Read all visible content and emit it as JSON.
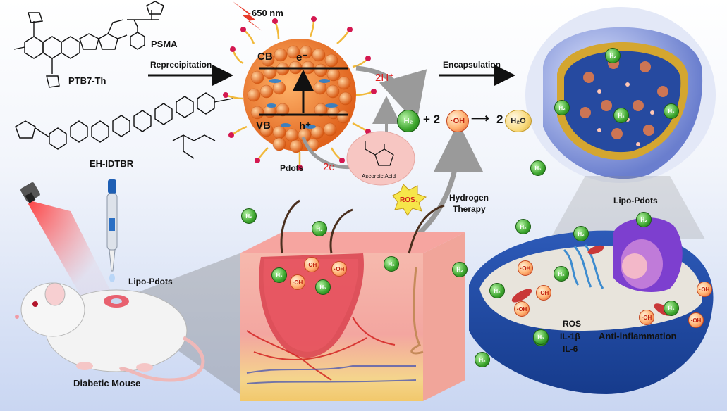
{
  "labels": {
    "laser": "650 nm",
    "psma": "PSMA",
    "ptb7": "PTB7-Th",
    "ehidtbr": "EH-IDTBR",
    "reprecipitation": "Reprecipitation",
    "encapsulation": "Encapsulation",
    "cb": "CB",
    "vb": "VB",
    "electron": "e⁻",
    "hole": "h⁺",
    "pdots": "Pdots",
    "two_e": "2e⁻",
    "two_h": "2H⁺",
    "ascorbic": "Ascorbic Acid",
    "ros": "ROS↓",
    "hydrogen_therapy_1": "Hydrogen",
    "hydrogen_therapy_2": "Therapy",
    "lipo_pdots_top": "Lipo-Pdots",
    "lipo_pdots_pipette": "Lipo-Pdots",
    "diabetic_mouse": "Diabetic Mouse",
    "anti_inflammation": "Anti-inflammation",
    "ros_marker": "ROS",
    "il1b": "IL-1β",
    "il6": "IL-6"
  },
  "equation": {
    "h2": "H₂",
    "plus": "+ 2",
    "oh": "·OH",
    "arrow": "⟶",
    "product": "2",
    "h2o": "H₂O"
  },
  "particles": {
    "h2": "H₂",
    "oh": "·OH"
  },
  "colors": {
    "h2_green": "#3ca52d",
    "oh_orange": "#ffb070",
    "pdot_orange": "#f07a2a",
    "lipid_blue": "#7f93d9",
    "laser_red": "#e02020"
  }
}
